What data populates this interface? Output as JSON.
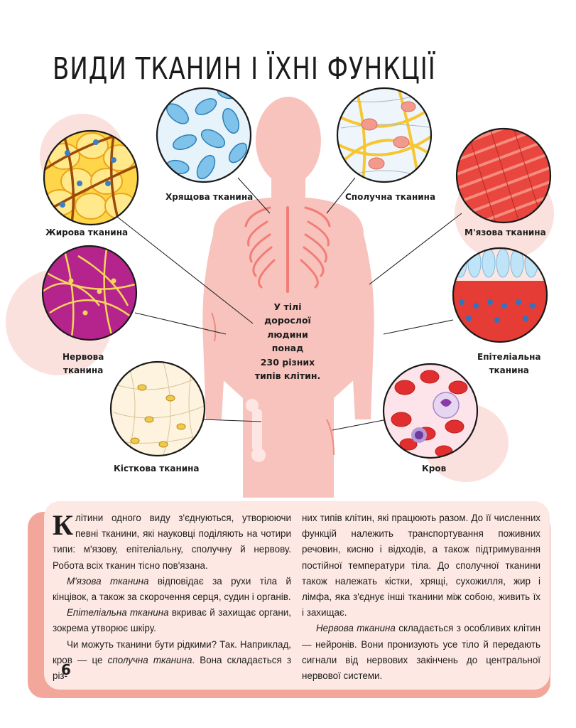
{
  "page": {
    "title": "ВИДИ ТКАНИН І ЇХНІ ФУНКЦІЇ",
    "page_number": "6"
  },
  "center_note": {
    "line1": "У тілі",
    "line2": "дорослої",
    "line3": "людини",
    "line4": "понад",
    "line5": "230 різних",
    "line6": "типів клітин."
  },
  "labels": {
    "cartilage": "Хрящова тканина",
    "connective": "Сполучна тканина",
    "fat": "Жирова тканина",
    "muscle": "М'язова тканина",
    "nerve_1": "Нервова",
    "nerve_2": "тканина",
    "epithelial_1": "Епітеліальна",
    "epithelial_2": "тканина",
    "bone": "Кісткова тканина",
    "blood": "Кров"
  },
  "text": {
    "dropcap": "К",
    "c1_p1_a": "літини одного виду з'єднуються, утворюючи певні тканини, які науковці поділяють на чотири типи: м'язову, епітеліальну, сполучну й нервову. Робота всіх тканин тісно пов'язана.",
    "c1_p2_em": "М'язова тканина",
    "c1_p2_rest": " відповідає за рухи тіла й кінцівок, а також за скорочення серця, судин і органів.",
    "c1_p3_em": "Епітеліальна тканина",
    "c1_p3_rest": " вкриває й захищає органи, зокрема утворює шкіру.",
    "c1_p4_a": "Чи можуть тканини бути рідкими? Так. Наприклад, кров — це ",
    "c1_p4_em": "сполучна тканина",
    "c1_p4_b": ". Вона складається з різ-",
    "c2_p1": "них типів клітин, які працюють разом. До її численних функцій належить транспортування поживних речовин, кисню і відходів, а також підтримування постійної температури тіла. До сполучної тканини також належать кістки, хрящі, сухожилля, жир і лімфа, яка з'єднує інші тканини між собою, живить їх і захищає.",
    "c2_p2_em": "Нервова тканина",
    "c2_p2_rest": " складається з особливих клітин — нейронів. Вони пронизують усе тіло й передають сигнали від нервових закінчень до центральної нервової системи."
  },
  "colors": {
    "body_silhouette": "#f8c3bd",
    "blob": "#fbe1dd",
    "panel": "#fde8e4",
    "panel_shadow": "#f3a79a"
  }
}
